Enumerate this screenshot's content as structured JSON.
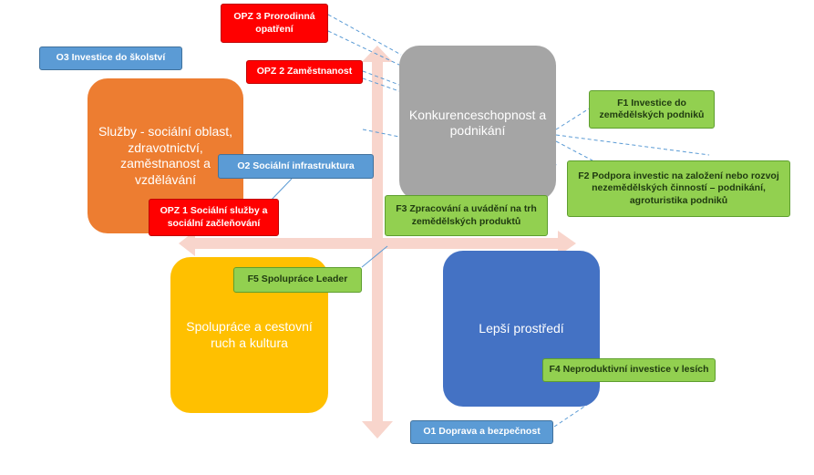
{
  "quadrants": {
    "sluzby": {
      "label": "Služby - sociální oblast, zdravotnictví, zaměstnanost  a vzdělávání",
      "color": "#ed7d31"
    },
    "konkurence": {
      "label": "Konkurenceschopnost a podnikání",
      "color": "#a5a5a5"
    },
    "spoluprace": {
      "label": "Spolupráce a cestovní ruch a kultura",
      "color": "#ffc000"
    },
    "prostredi": {
      "label": "Lepší prostředí",
      "color": "#4472c4"
    }
  },
  "tags": {
    "opz3": {
      "label": "OPZ 3 Prorodinná opatření",
      "color": "#ff0000"
    },
    "opz2": {
      "label": "OPZ 2 Zaměstnanost",
      "color": "#ff0000"
    },
    "opz1": {
      "label": "OPZ 1 Sociální služby a sociální začleňování",
      "color": "#ff0000"
    },
    "o3": {
      "label": "O3 Investice do školství",
      "color": "#5b9bd5"
    },
    "o2": {
      "label": "O2 Sociální infrastruktura",
      "color": "#5b9bd5"
    },
    "o1": {
      "label": "O1 Doprava a bezpečnost",
      "color": "#5b9bd5"
    },
    "f1": {
      "label": "F1 Investice do zemědělských podniků",
      "color": "#92d050"
    },
    "f2": {
      "label": "F2 Podpora investic na založení nebo rozvoj nezemědělských činností – podnikání, agroturistika podniků",
      "color": "#92d050"
    },
    "f3": {
      "label": "F3 Zpracování a uvádění na trh zemědělských produktů",
      "color": "#92d050"
    },
    "f4": {
      "label": "F4 Neproduktivní investice v lesích",
      "color": "#92d050"
    },
    "f5": {
      "label": "F5 Spolupráce Leader",
      "color": "#92d050"
    }
  },
  "colors": {
    "arrow": "#f8d5cc",
    "connector": "#5b9bd5"
  }
}
